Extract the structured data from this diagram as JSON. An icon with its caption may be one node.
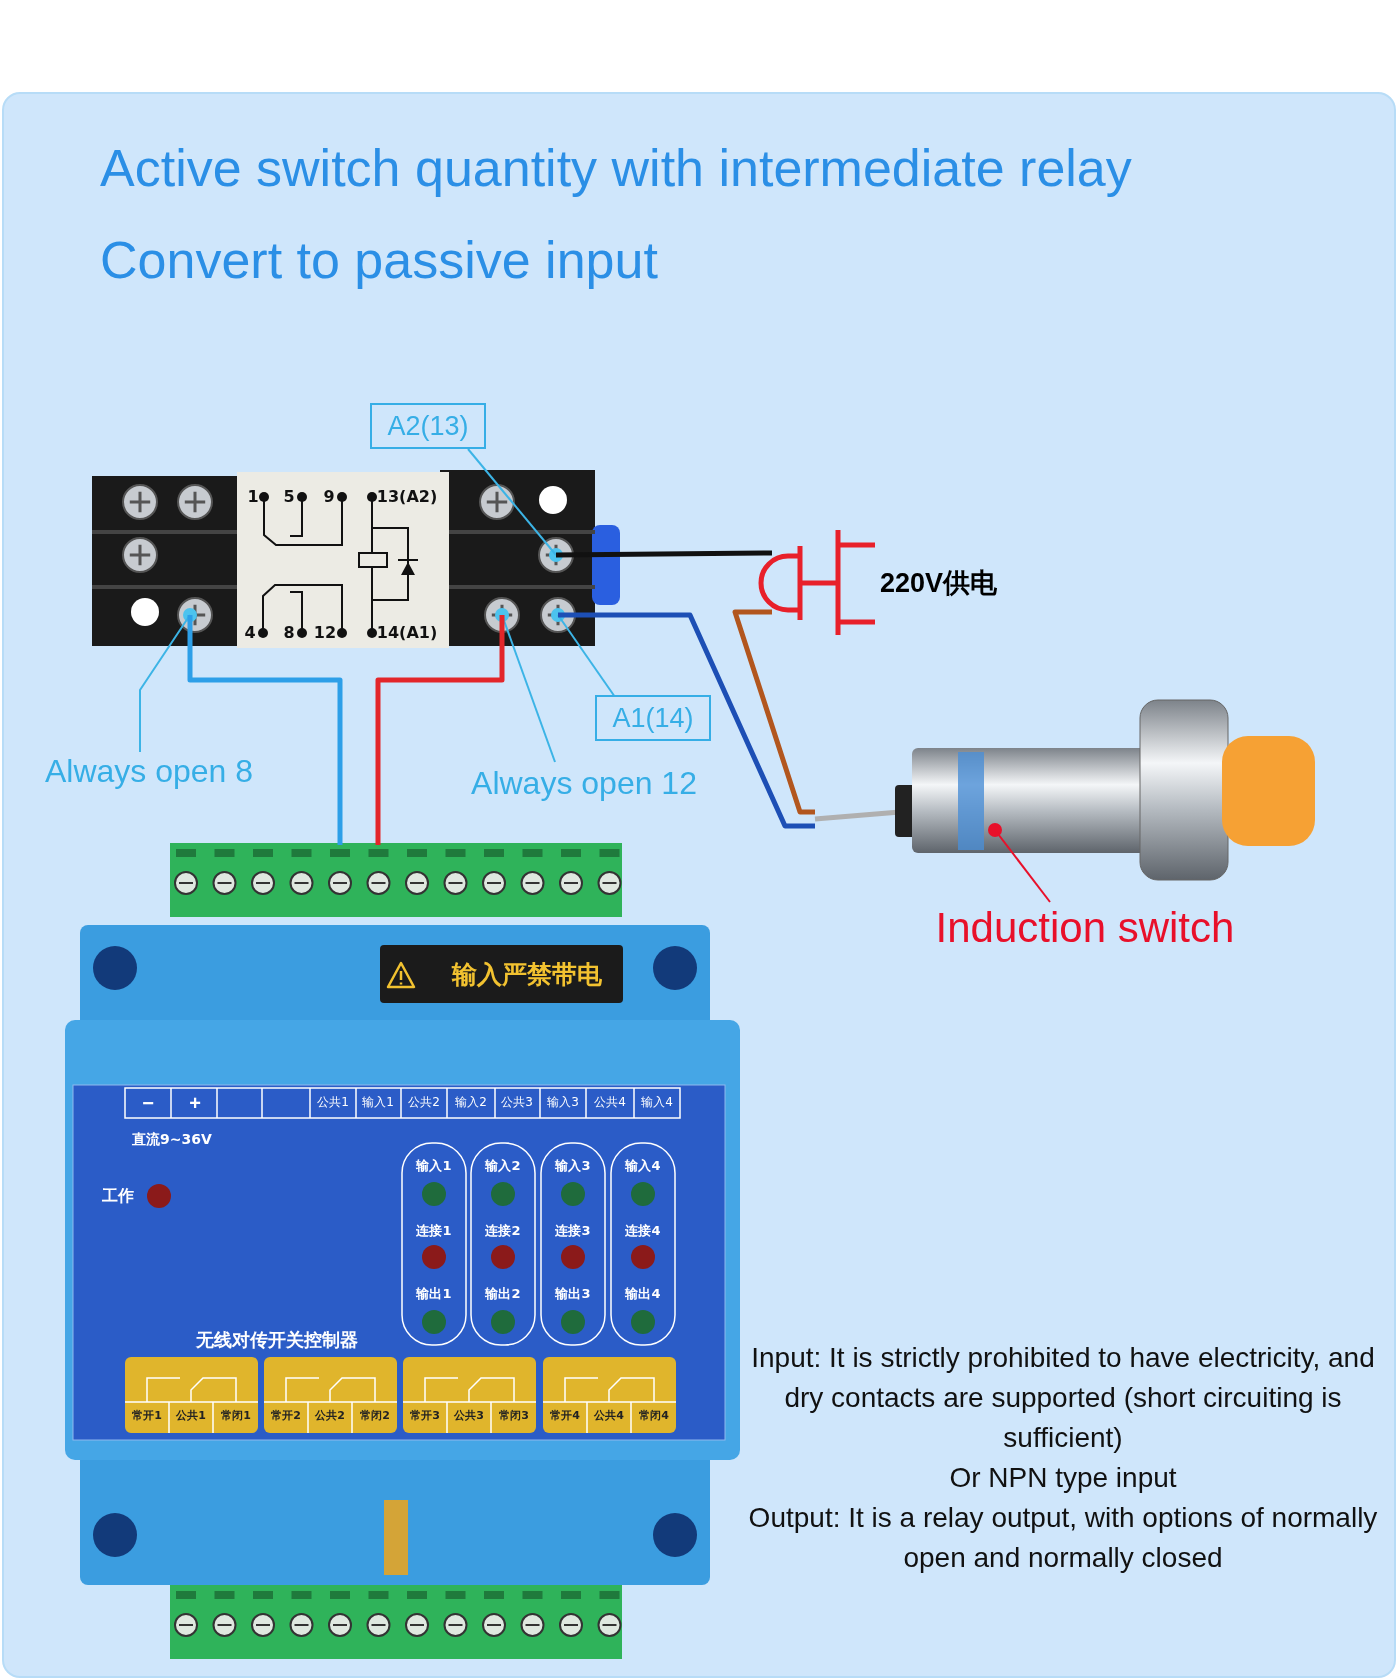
{
  "diagram": {
    "title": "Active switch quantity with intermediate relay Convert to passive input",
    "nodes": [
      {
        "text": [
          "A2(13)"
        ]
      },
      {
        "text": [],
        "shape": "picture"
      },
      {
        "text": [],
        "shape": "picture",
        "beside": [
          "220V供电"
        ]
      },
      {
        "text": [
          "A1(14)"
        ]
      },
      {
        "text": [
          "Always open 8"
        ]
      },
      {
        "text": [
          "Always open 12"
        ]
      },
      {
        "text": [],
        "shape": "picture"
      },
      {
        "text": [
          "Induction switch"
        ]
      },
      {
        "text": [],
        "shape": "picture"
      }
    ],
    "edges": [
      {
        "from": 0,
        "to": 1,
        "arrow": "none"
      },
      {
        "from": 4,
        "to": 1,
        "arrow": "none"
      },
      {
        "from": 5,
        "to": 1,
        "arrow": "none"
      },
      {
        "from": 3,
        "to": 1,
        "arrow": "none"
      },
      {
        "from": 1,
        "to": 8,
        "arrow": "none",
        "style": "thick",
        "color": "#2d9fe8"
      },
      {
        "from": 1,
        "to": 8,
        "arrow": "none",
        "style": "thick",
        "color": "#e3262a"
      },
      {
        "from": 1,
        "to": 2,
        "arrow": "none",
        "style": "thick",
        "color": "#111111"
      },
      {
        "from": 1,
        "to": 6,
        "arrow": "none",
        "style": "thick",
        "color": "#1d4fb5"
      },
      {
        "from": 2,
        "to": 6,
        "arrow": "none",
        "style": "thick",
        "color": "#b2561e"
      },
      {
        "from": 7,
        "to": 6,
        "arrow": "none",
        "color": "#e8102a"
      }
    ],
    "labels": [
      "1",
      "5",
      "9",
      "13(A2)",
      "4",
      "8",
      "12",
      "14(A1)",
      "输入严禁带电",
      "−",
      "+",
      "公共1",
      "输入1",
      "公共2",
      "输入2",
      "公共3",
      "输入3",
      "公共4",
      "输入4",
      "直流9~36V",
      "工作",
      "输入1",
      "输入2",
      "输入3",
      "输入4",
      "连接1",
      "连接2",
      "连接3",
      "连接4",
      "输出1",
      "输出2",
      "输出3",
      "输出4",
      "无线对传开关控制器",
      "常开1",
      "公共1",
      "常闭1",
      "常开2",
      "公共2",
      "常闭2",
      "常开3",
      "公共3",
      "常闭3",
      "常开4",
      "公共4",
      "常闭4",
      "Input: It is strictly prohibited to have electricity, and dry contacts are supported (short circuiting is sufficient)",
      "Or NPN type input",
      "Output: It is a relay output, with options of normally open and normally closed"
    ]
  }
}
